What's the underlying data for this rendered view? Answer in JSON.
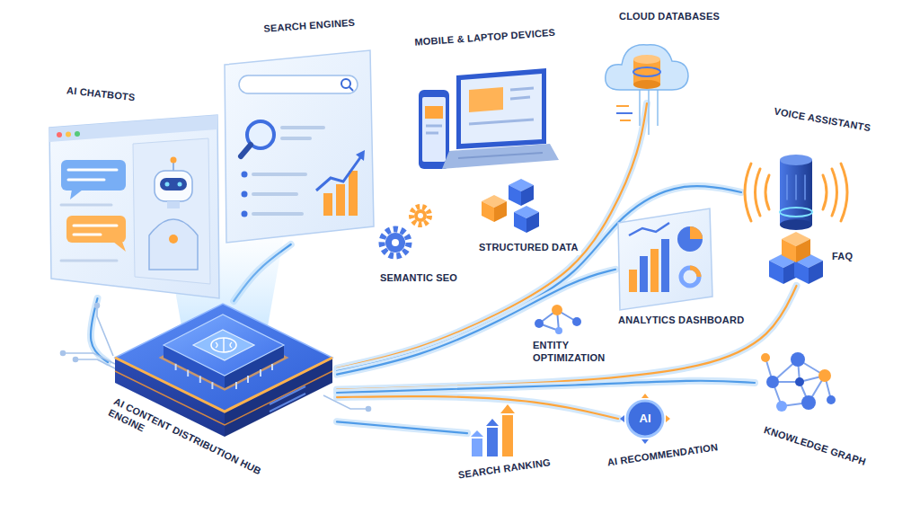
{
  "diagram": {
    "nodes": [
      {
        "text": [
          "AI CONTENT DISTRIBUTION HUB ENGINE"
        ]
      },
      {
        "text": [
          "AI CHATBOTS"
        ]
      },
      {
        "text": [
          "SEARCH ENGINES"
        ]
      },
      {
        "text": [
          "MOBILE & LAPTOP DEVICES"
        ]
      },
      {
        "text": [
          "CLOUD DATABASES"
        ]
      },
      {
        "text": [
          "VOICE ASSISTANTS"
        ]
      },
      {
        "text": [
          "SEMANTIC SEO"
        ]
      },
      {
        "text": [
          "STRUCTURED DATA"
        ]
      },
      {
        "text": [
          "ENTITY OPTIMIZATION"
        ]
      },
      {
        "text": [
          "ANALYTICS DASHBOARD"
        ]
      },
      {
        "text": [
          "FAQ"
        ]
      },
      {
        "text": [
          "KNOWLEDGE GRAPH"
        ]
      },
      {
        "text": [
          "SEARCH RANKING"
        ]
      },
      {
        "text": [
          "AI",
          "AI RECOMMENDATION"
        ]
      }
    ],
    "edges": [
      {
        "from": 0,
        "to": 1,
        "arrow": "none"
      },
      {
        "from": 0,
        "to": 2,
        "arrow": "none"
      },
      {
        "from": 0,
        "to": 4,
        "arrow": "none"
      },
      {
        "from": 0,
        "to": 5,
        "arrow": "none"
      },
      {
        "from": 0,
        "to": 9,
        "arrow": "none"
      },
      {
        "from": 0,
        "to": 10,
        "arrow": "none"
      },
      {
        "from": 0,
        "to": 11,
        "arrow": "none"
      },
      {
        "from": 0,
        "to": 13,
        "arrow": "none"
      },
      {
        "from": 0,
        "to": 12,
        "arrow": "none"
      }
    ]
  }
}
